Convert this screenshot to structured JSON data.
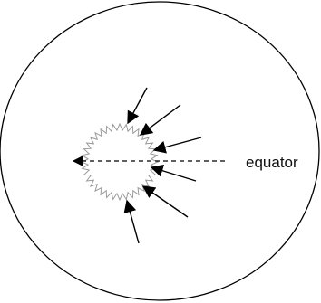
{
  "diagram": {
    "equator_label": "equator",
    "colors": {
      "outline": "#000000",
      "spiky_outline": "#9a9a9a",
      "arrow": "#000000",
      "equator_line": "#000000",
      "text": "#111111"
    },
    "icons": {
      "arrow_head": "arrow-head",
      "spiky_circle": "spiky-circle"
    }
  }
}
